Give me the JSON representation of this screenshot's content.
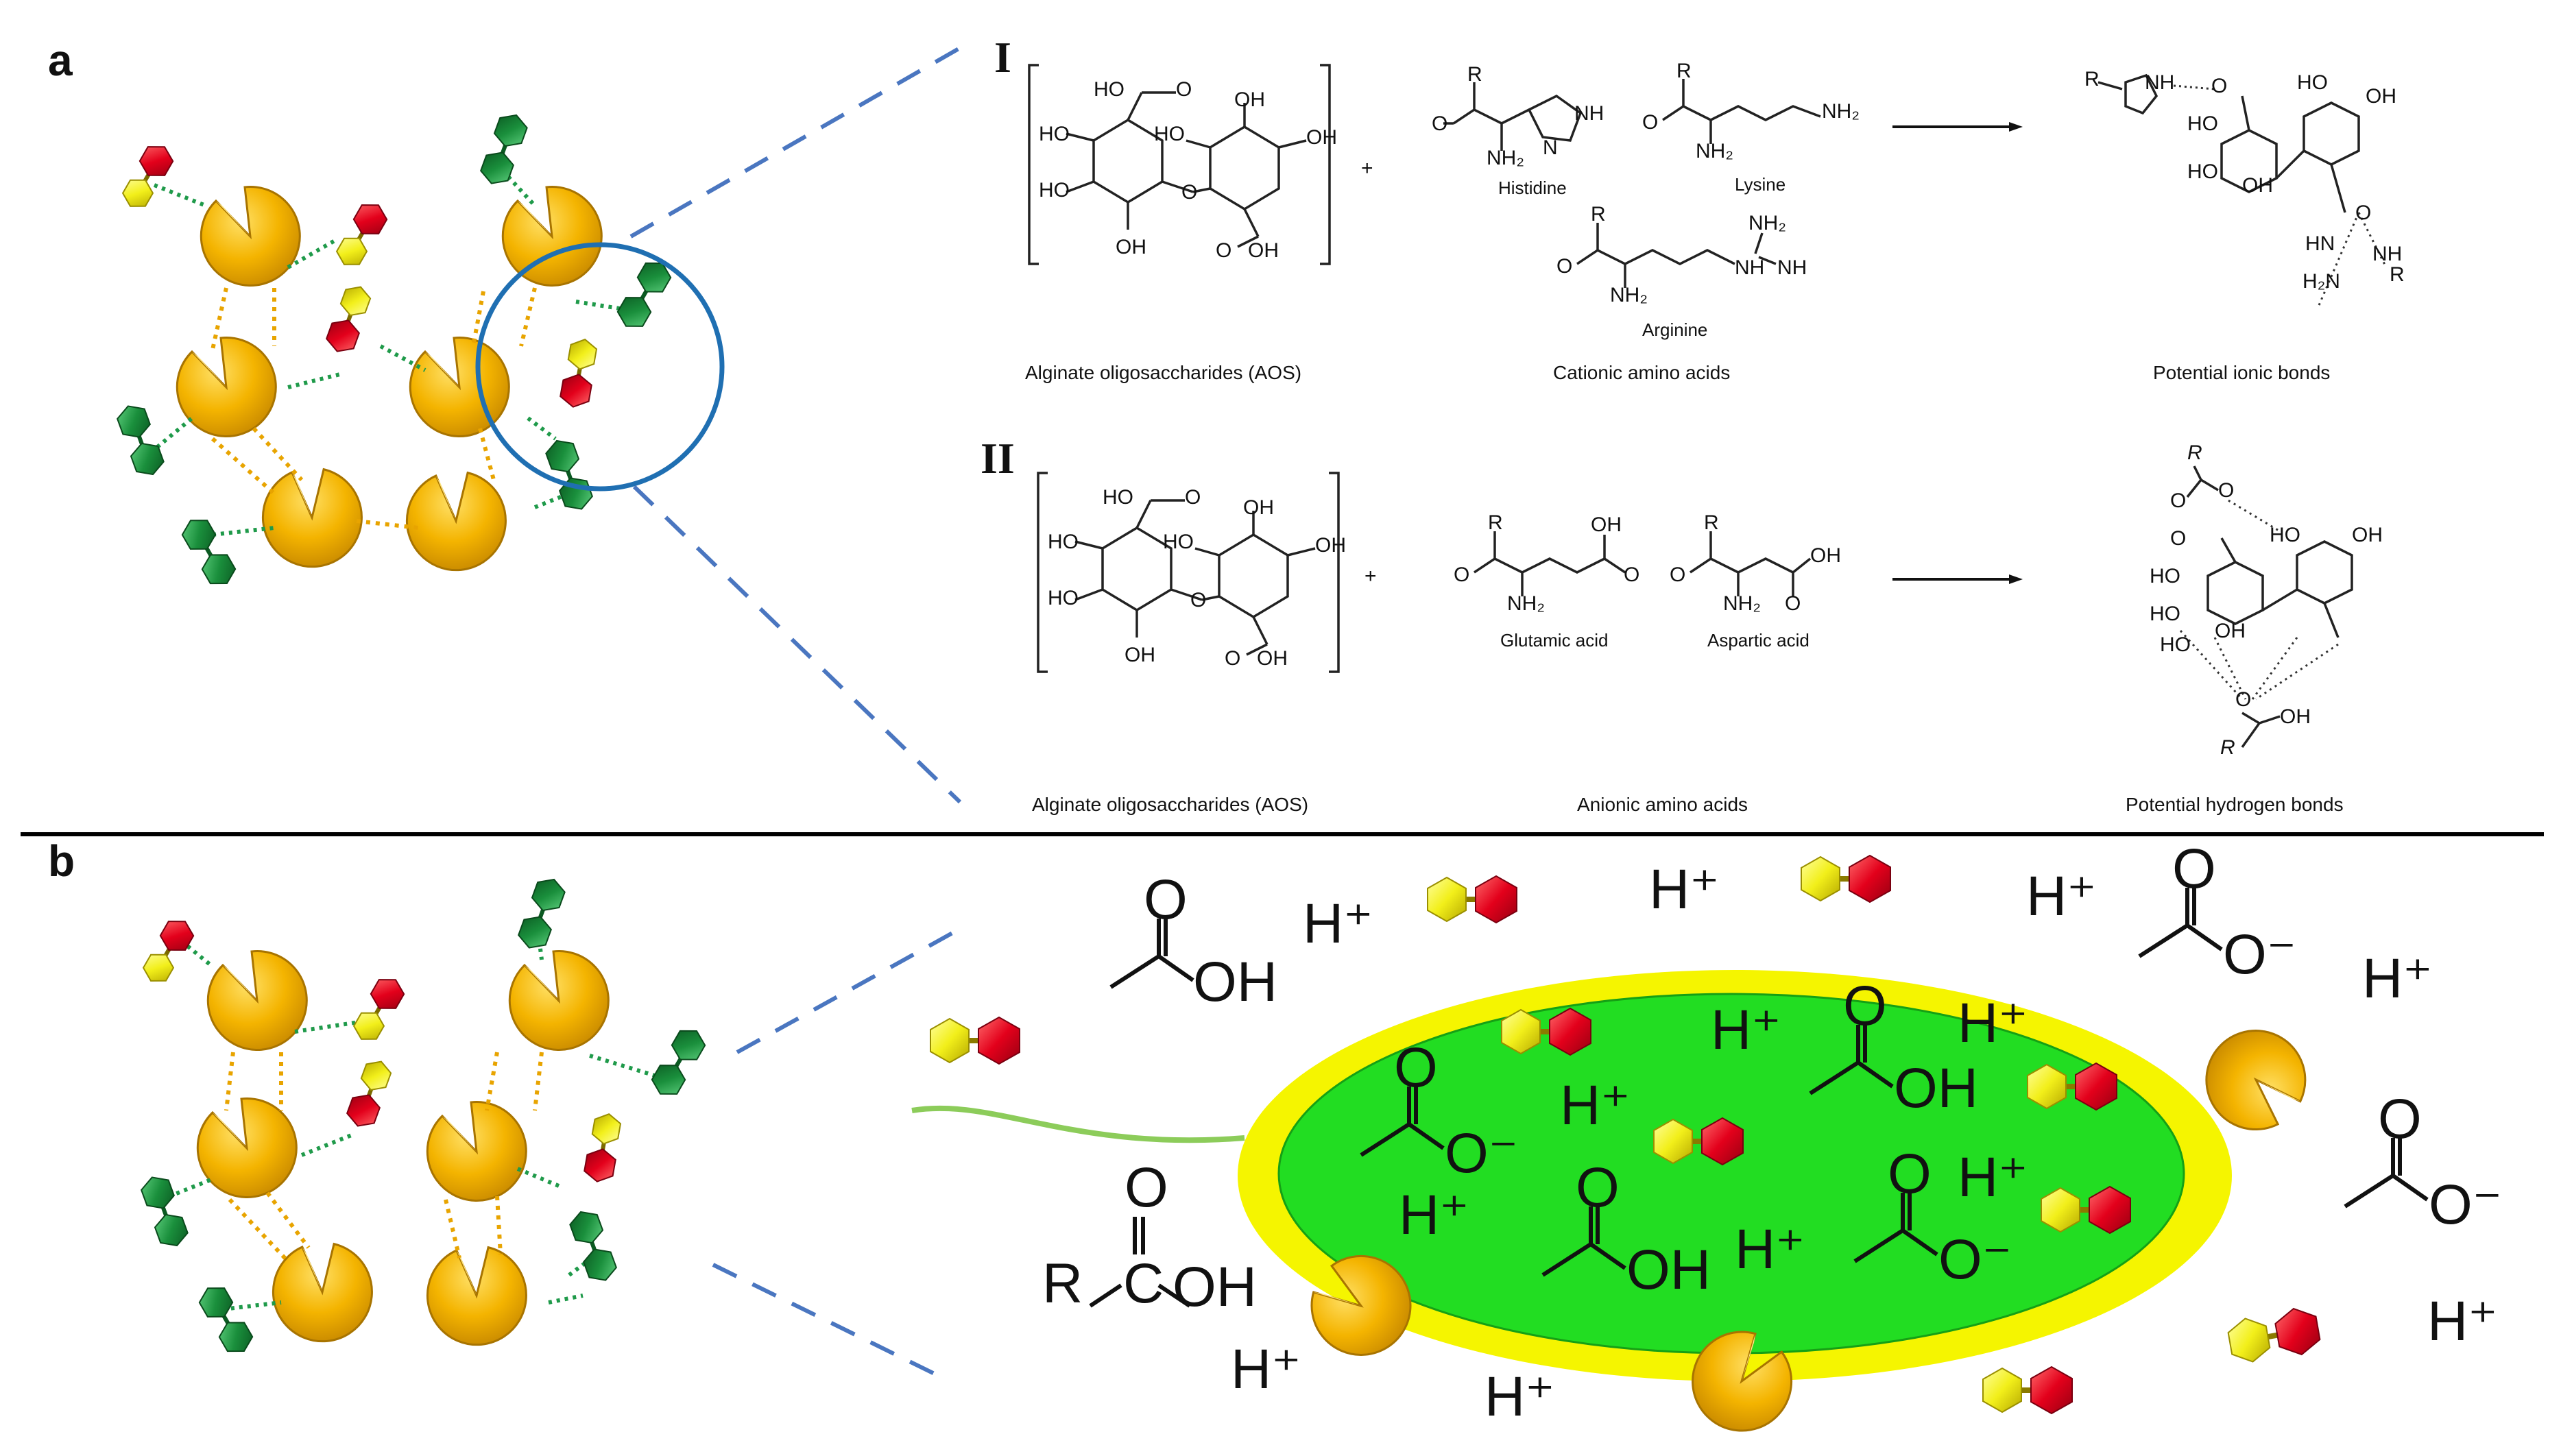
{
  "panels": {
    "a": "a",
    "b": "b",
    "roman_i": "I",
    "roman_ii": "II"
  },
  "labels": {
    "carboxyl": "HO",
    "ring_oh": "OH",
    "ring_ho": "HO",
    "oxygen": "O",
    "plus": "+",
    "amine": "NH",
    "amine2": "NH₂",
    "hn": "HN",
    "h2n": "H₂N",
    "r": "R",
    "nh": "NH"
  },
  "amino_acids": {
    "histidine": "Histidine",
    "lysine": "Lysine",
    "arginine": "Arginine",
    "glutamic": "Glutamic acid",
    "aspartic": "Aspartic acid"
  },
  "captions": {
    "aos_1": "Alginate oligosaccharides (AOS)",
    "cationic": "Cationic amino acids",
    "ionic": "Potential ionic bonds",
    "aos_2": "Alginate oligosaccharides (AOS)",
    "anionic": "Anionic amino acids",
    "hydrogen": "Potential hydrogen bonds"
  },
  "panel_b": {
    "proton": "H⁺",
    "oh": "OH",
    "ominus": "O⁻",
    "o": "O",
    "r": "R",
    "c": "C"
  },
  "colors": {
    "pacman": "#f4b400",
    "pacman_edge": "#b07a00",
    "green_hex": "#1a8f3c",
    "red_hex": "#e3001b",
    "yellow_hex": "#f2ef1a",
    "circle": "#1f6fb2",
    "dash": "#4a76c0",
    "cell": "#22dd22",
    "cell_rim": "#f5f500",
    "tail": "#8ccc5a"
  }
}
